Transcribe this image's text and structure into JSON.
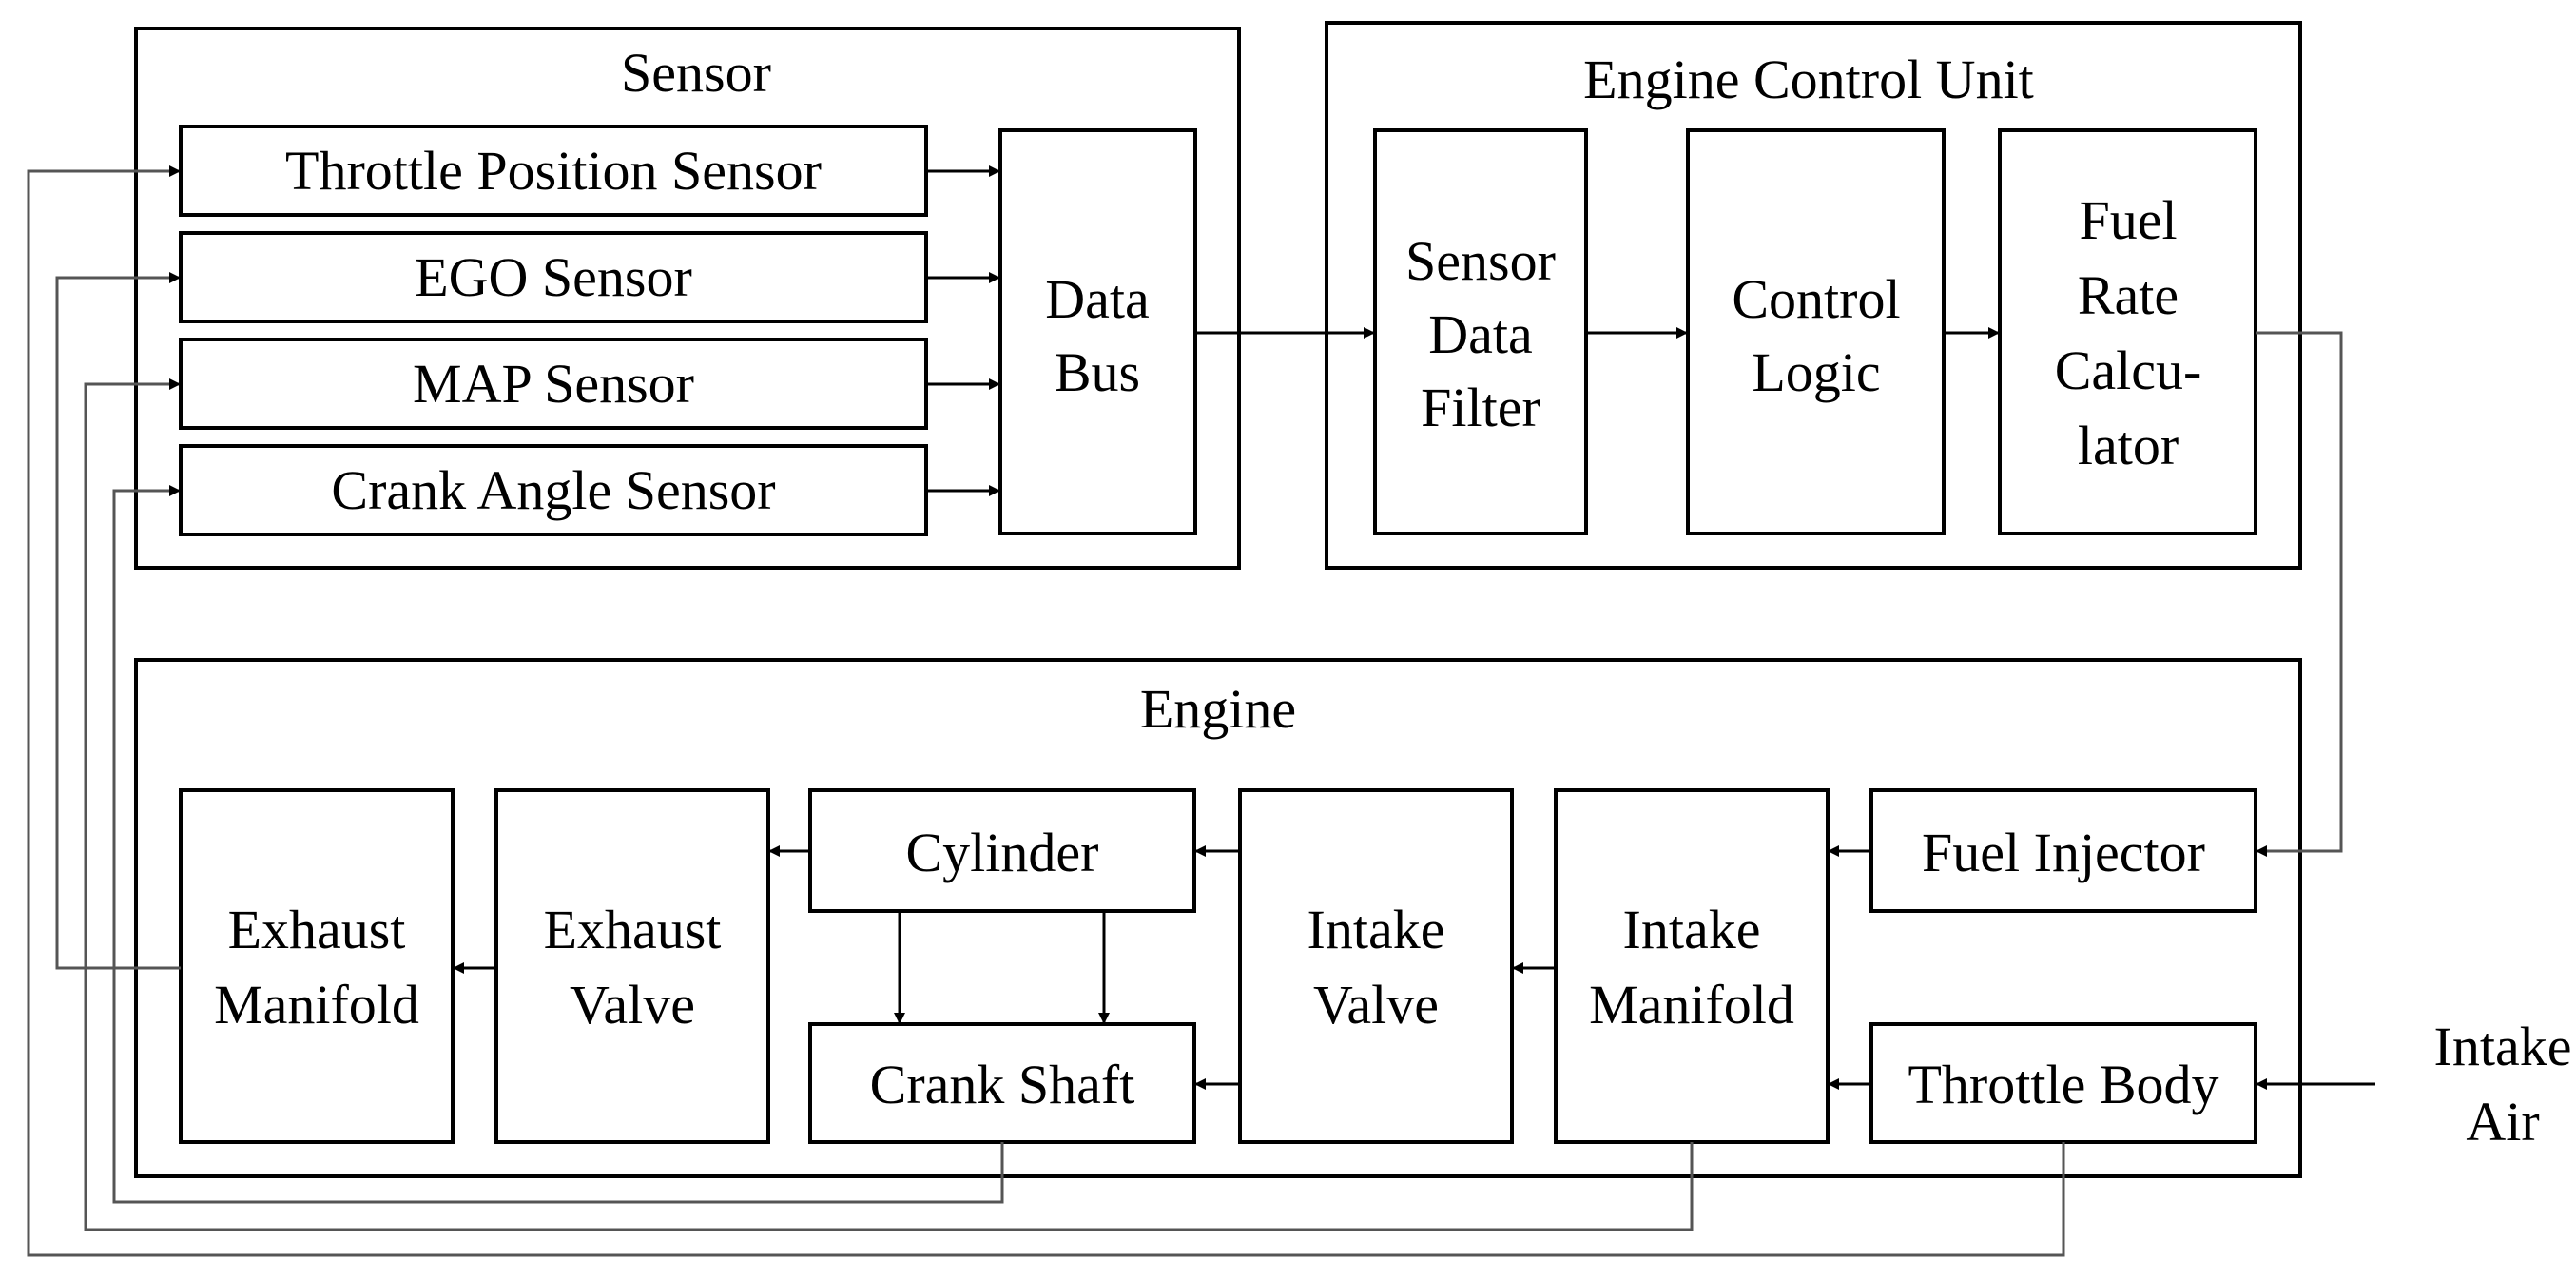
{
  "groups": {
    "sensor": "Sensor",
    "ecu": "Engine Control Unit",
    "engine": "Engine"
  },
  "blocks": {
    "throttle_position_sensor": "Throttle Position Sensor",
    "ego_sensor": "EGO Sensor",
    "map_sensor": "MAP Sensor",
    "crank_angle_sensor": "Crank Angle Sensor",
    "data_bus": [
      "Data",
      "Bus"
    ],
    "sensor_data_filter": [
      "Sensor",
      "Data",
      "Filter"
    ],
    "control_logic": [
      "Control",
      "Logic"
    ],
    "fuel_rate_calculator": [
      "Fuel",
      "Rate",
      "Calcu-",
      "lator"
    ],
    "exhaust_manifold": [
      "Exhaust",
      "Manifold"
    ],
    "exhaust_valve": [
      "Exhaust",
      "Valve"
    ],
    "cylinder": "Cylinder",
    "crank_shaft": "Crank Shaft",
    "intake_valve": [
      "Intake",
      "Valve"
    ],
    "intake_manifold": [
      "Intake",
      "Manifold"
    ],
    "fuel_injector": "Fuel Injector",
    "throttle_body": "Throttle Body"
  },
  "external_input": [
    "Intake",
    "Air"
  ]
}
